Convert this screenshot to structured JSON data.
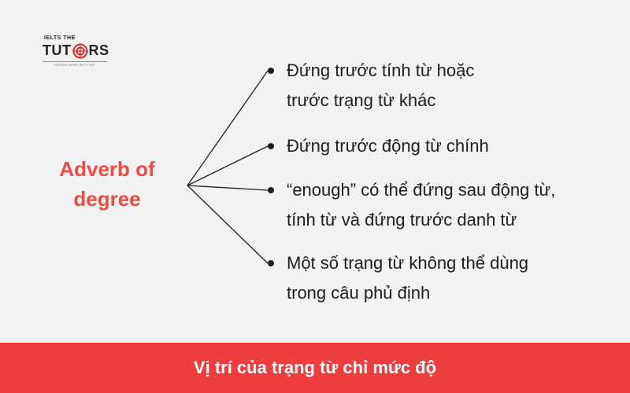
{
  "logo": {
    "small_text": "IELTS THE",
    "text_left": "TUT",
    "text_right": "RS",
    "tagline": "PERSEVERE BETTER"
  },
  "center_label": {
    "line1": "Adverb of",
    "line2": "degree"
  },
  "branches": [
    {
      "line1": "Đứng trước tính từ hoặc",
      "line2": "trước trạng từ khác"
    },
    {
      "line1": "Đứng trước động từ chính"
    },
    {
      "line1": "“enough” có thể đứng sau động từ,",
      "line2": "tính từ và đứng trước danh từ"
    },
    {
      "line1": "Một số trạng từ không thể dùng",
      "line2": "trong câu phủ định"
    }
  ],
  "footer": {
    "title": "Vị trí của trạng từ chỉ mức độ"
  },
  "colors": {
    "accent": "#ee4b46",
    "footer_bg": "#ee3d3d",
    "text": "#1e1e1e",
    "background": "#f2f2f2"
  }
}
